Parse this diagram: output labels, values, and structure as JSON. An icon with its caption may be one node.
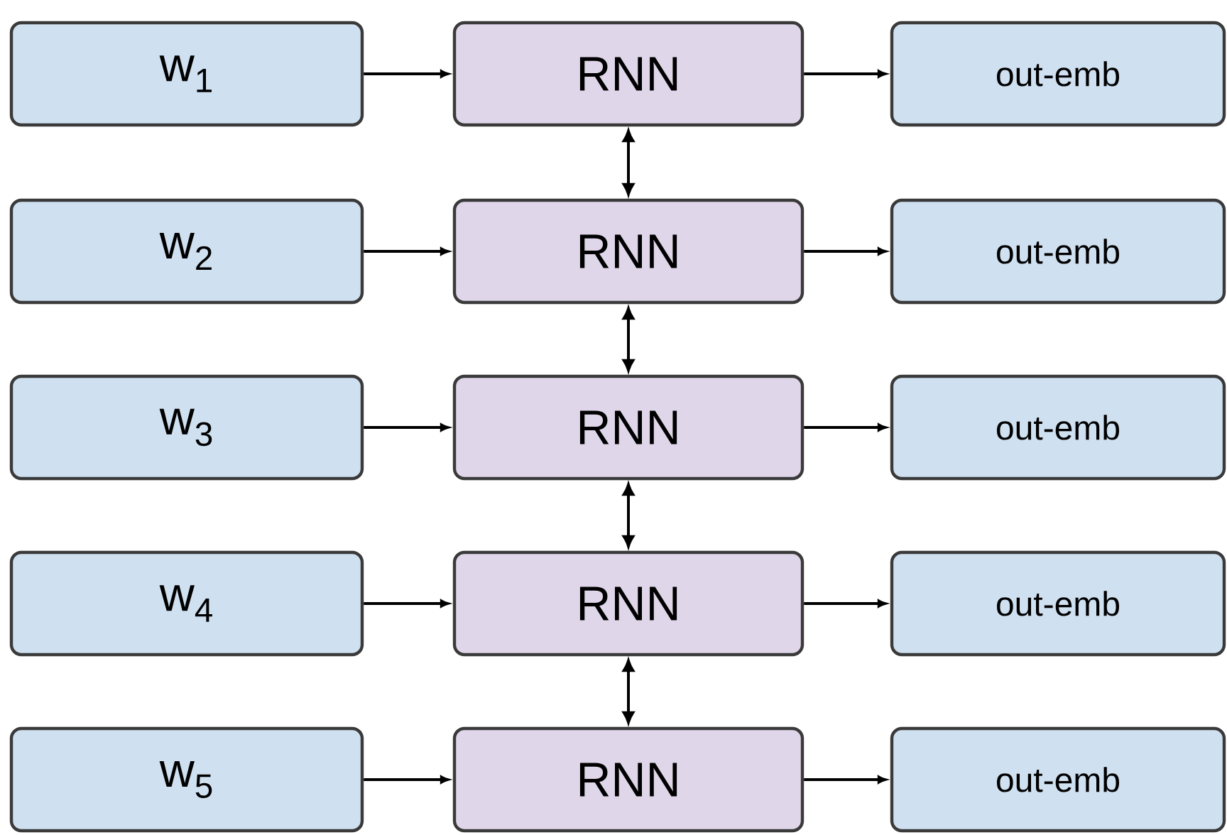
{
  "diagram": {
    "nodes": [
      {
        "text": [
          "w$_{1}$"
        ]
      },
      {
        "text": [
          "RNN"
        ]
      },
      {
        "text": [
          "out-emb"
        ]
      },
      {
        "text": [
          "w$_{2}$"
        ]
      },
      {
        "text": [
          "RNN"
        ]
      },
      {
        "text": [
          "out-emb"
        ]
      },
      {
        "text": [
          "w$_{3}$"
        ]
      },
      {
        "text": [
          "RNN"
        ]
      },
      {
        "text": [
          "out-emb"
        ]
      },
      {
        "text": [
          "w$_{4}$"
        ]
      },
      {
        "text": [
          "RNN"
        ]
      },
      {
        "text": [
          "out-emb"
        ]
      },
      {
        "text": [
          "w$_{5}$"
        ]
      },
      {
        "text": [
          "RNN"
        ]
      },
      {
        "text": [
          "out-emb"
        ]
      }
    ],
    "edges": [
      {
        "from": 0,
        "to": 1,
        "arrow": "to"
      },
      {
        "from": 1,
        "to": 2,
        "arrow": "to"
      },
      {
        "from": 3,
        "to": 4,
        "arrow": "to"
      },
      {
        "from": 4,
        "to": 5,
        "arrow": "to"
      },
      {
        "from": 6,
        "to": 7,
        "arrow": "to"
      },
      {
        "from": 7,
        "to": 8,
        "arrow": "to"
      },
      {
        "from": 9,
        "to": 10,
        "arrow": "to"
      },
      {
        "from": 10,
        "to": 11,
        "arrow": "to"
      },
      {
        "from": 12,
        "to": 13,
        "arrow": "to"
      },
      {
        "from": 13,
        "to": 14,
        "arrow": "to"
      },
      {
        "from": 1,
        "to": 4,
        "arrow": "both"
      },
      {
        "from": 4,
        "to": 7,
        "arrow": "both"
      },
      {
        "from": 7,
        "to": 10,
        "arrow": "both"
      },
      {
        "from": 10,
        "to": 13,
        "arrow": "both"
      }
    ]
  }
}
